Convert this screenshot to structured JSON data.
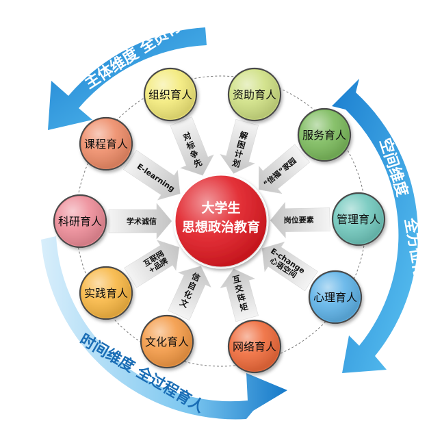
{
  "center": {
    "line1": "大学生",
    "line2": "思想政治教育",
    "color": "#e01a22"
  },
  "nodes": [
    {
      "label": "组织育人",
      "color": "#f3ea7a",
      "arrow_text": [
        "对",
        "标",
        "争",
        "先"
      ],
      "arrow_mode": "vertical"
    },
    {
      "label": "资助育人",
      "color": "#cfe083",
      "arrow_text": [
        "解",
        "困",
        "计",
        "划"
      ],
      "arrow_mode": "vertical"
    },
    {
      "label": "服务育人",
      "color": "#7cbb5d",
      "arrow_text": [
        "“信福”家园"
      ],
      "arrow_mode": "line"
    },
    {
      "label": "管理育人",
      "color": "#71c8bd",
      "arrow_text": [
        "岗位要素"
      ],
      "arrow_mode": "line"
    },
    {
      "label": "心理育人",
      "color": "#5fb3e8",
      "arrow_text": [
        "E-change",
        "心语空间"
      ],
      "arrow_mode": "line"
    },
    {
      "label": "网络育人",
      "color": "#ef6b3b",
      "arrow_text": [
        "矩",
        "阵",
        "交",
        "互"
      ],
      "arrow_mode": "vertical"
    },
    {
      "label": "文化育人",
      "color": "#f49a46",
      "arrow_text": [
        "文",
        "化",
        "自",
        "信"
      ],
      "arrow_mode": "vertical"
    },
    {
      "label": "实践育人",
      "color": "#f8b744",
      "arrow_text": [
        "互联网",
        "+品牌"
      ],
      "arrow_mode": "line"
    },
    {
      "label": "科研育人",
      "color": "#ed8c98",
      "arrow_text": [
        "学术诚信"
      ],
      "arrow_mode": "line"
    },
    {
      "label": "课程育人",
      "color": "#ee8c68",
      "arrow_text": [
        "E-learning"
      ],
      "arrow_mode": "line"
    }
  ],
  "outer_arcs": {
    "top": {
      "text": "主体维度  全员育人"
    },
    "right": {
      "line1": "空间维度",
      "line2": "全方位育人"
    },
    "bottom": {
      "text": "时间维度  全过程育人"
    },
    "color": "#2a8fd8"
  }
}
